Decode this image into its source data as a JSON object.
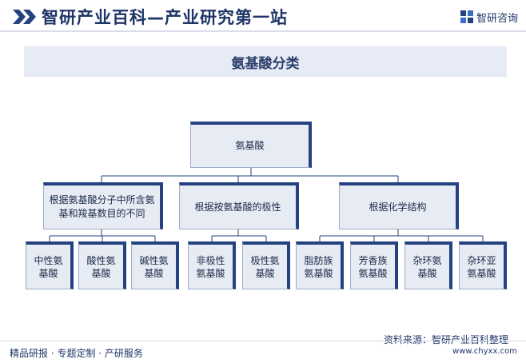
{
  "header": {
    "title": "智研产业百科—产业研究第一站",
    "brand": "智研咨询"
  },
  "banner": {
    "title": "氨基酸分类"
  },
  "diagram": {
    "root": "氨基酸",
    "level1": [
      "根据氨基酸分子中所含氨基和羧基数目的不同",
      "根据按氨基酸的极性",
      "根据化学结构"
    ],
    "leaves": [
      "中性氨基酸",
      "酸性氨基酸",
      "碱性氨基酸",
      "非极性氨基酸",
      "极性氨基酸",
      "脂肪族氨基酸",
      "芳香族氨基酸",
      "杂环氨基酸",
      "杂环亚氨基酸"
    ],
    "colors": {
      "border": "#23427f",
      "fill": "#e7ebf3",
      "line": "#23427f"
    }
  },
  "footer": {
    "left": "精品研报 · 专题定制 · 产研服务",
    "source": "资料来源：智研产业百科整理",
    "url": "www.chyxx.com"
  },
  "icons": {
    "header_mark": "double-chevron-icon",
    "logo": "zhiyan-logo-icon"
  }
}
